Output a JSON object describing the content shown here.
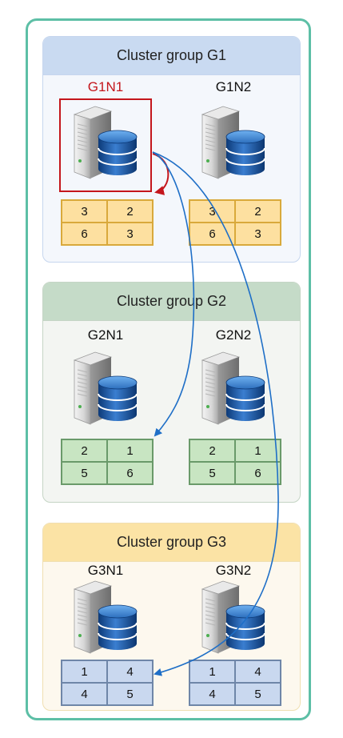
{
  "groups": [
    {
      "title": "Cluster group G1",
      "nodes": [
        {
          "label": "G1N1",
          "cells": [
            "3",
            "2",
            "6",
            "3"
          ]
        },
        {
          "label": "G1N2",
          "cells": [
            "3",
            "2",
            "6",
            "3"
          ]
        }
      ]
    },
    {
      "title": "Cluster group G2",
      "nodes": [
        {
          "label": "G2N1",
          "cells": [
            "2",
            "1",
            "5",
            "6"
          ]
        },
        {
          "label": "G2N2",
          "cells": [
            "2",
            "1",
            "5",
            "6"
          ]
        }
      ]
    },
    {
      "title": "Cluster group G3",
      "nodes": [
        {
          "label": "G3N1",
          "cells": [
            "1",
            "4",
            "4",
            "5"
          ]
        },
        {
          "label": "G3N2",
          "cells": [
            "1",
            "4",
            "4",
            "5"
          ]
        }
      ]
    }
  ],
  "highlighted_node": "G1N1",
  "colors": {
    "frame": "#5dbfa6",
    "highlight": "#c4161c",
    "arrow_blue": "#1f6fc7",
    "arrow_red": "#c4161c"
  }
}
